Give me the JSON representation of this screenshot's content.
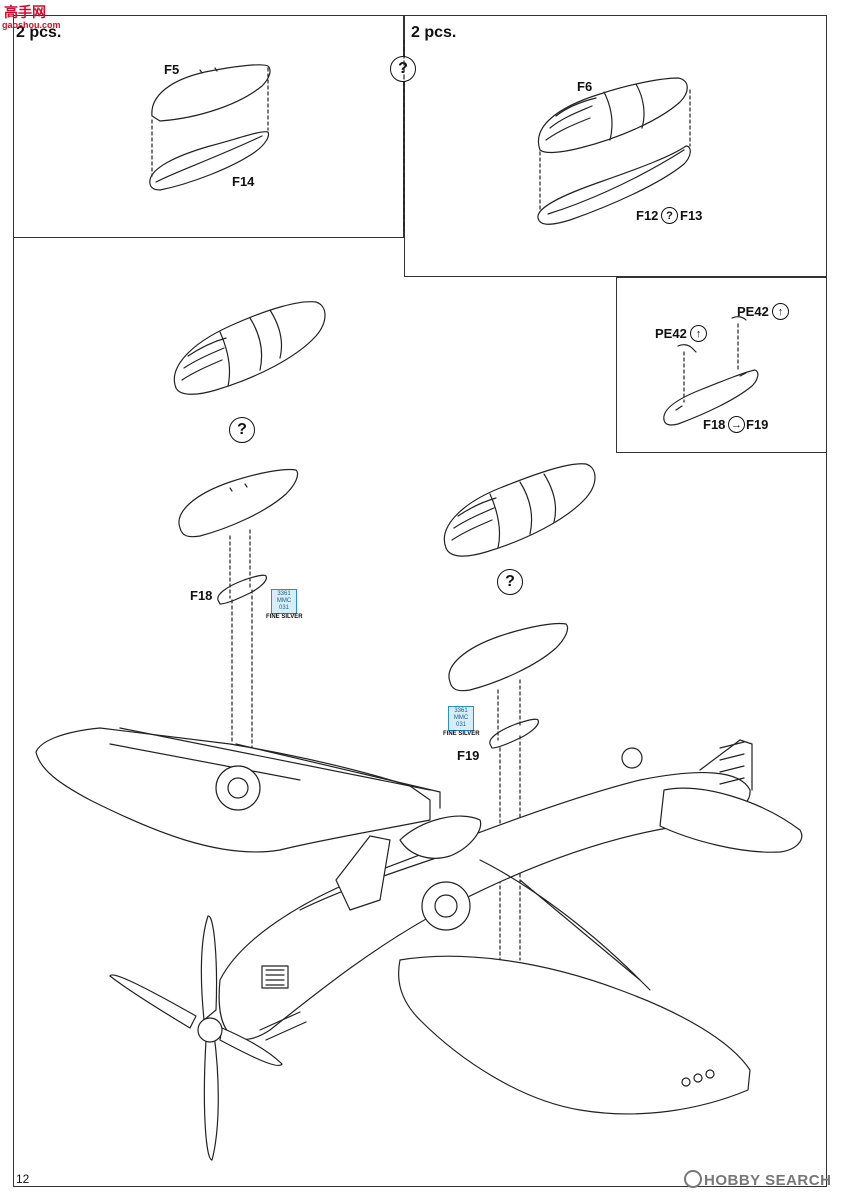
{
  "watermark": {
    "cn": "高手网",
    "en": "gaoshou.com"
  },
  "panels": {
    "top_left": {
      "qty": "2 pcs.",
      "parts": [
        "F5",
        "F14"
      ]
    },
    "top_right": {
      "qty": "2 pcs.",
      "parts": [
        "F6",
        "F12",
        "F13"
      ]
    },
    "detail": {
      "parts": [
        "PE42",
        "PE42",
        "F18",
        "F19"
      ]
    }
  },
  "main": {
    "parts": [
      "F18",
      "F19"
    ]
  },
  "paint": {
    "left": {
      "code_top": "3361",
      "code_mid": "MMC",
      "code_num": "031",
      "name": "FINE SILVER"
    },
    "right": {
      "code_top": "3361",
      "code_mid": "MMC",
      "code_num": "031",
      "name": "FINE SILVER"
    }
  },
  "symbols": {
    "optional": "?",
    "bend": "↑",
    "join": "→"
  },
  "footer": {
    "page_number": "12",
    "source_logo": "HOBBY SEARCH"
  }
}
